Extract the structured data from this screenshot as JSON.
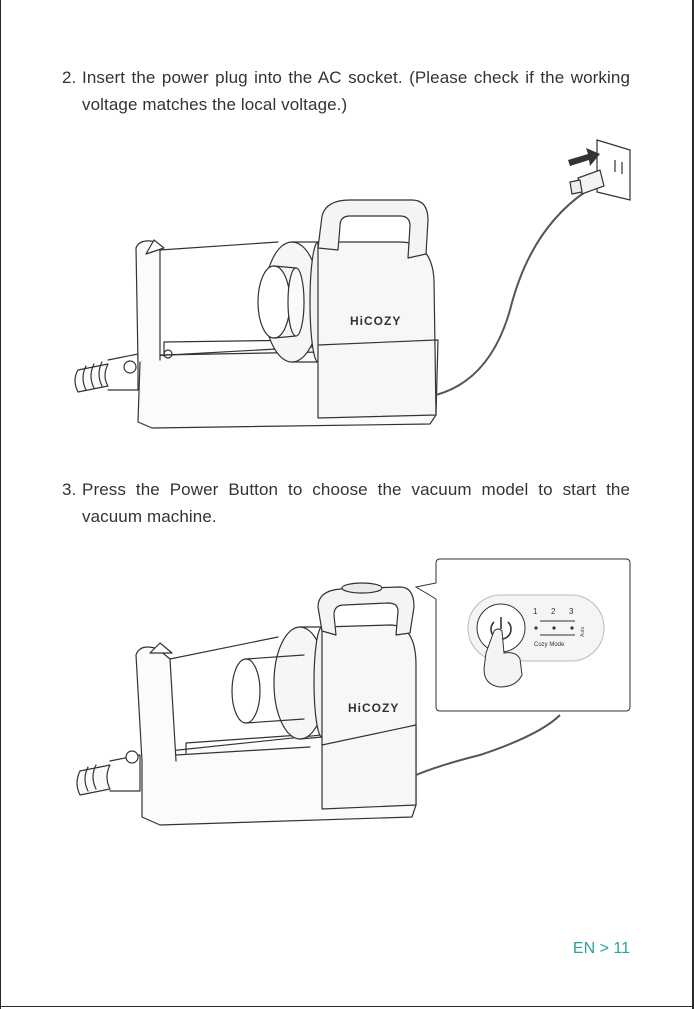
{
  "steps": [
    {
      "number": "2.",
      "text": "Insert the power plug into the AC socket. (Please check if the working voltage matches the local voltage.)"
    },
    {
      "number": "3.",
      "text": "Press the Power Button to choose the vacuum model to start the vacuum machine."
    }
  ],
  "device": {
    "brand": "HiCOZY"
  },
  "control_panel": {
    "mode_numbers": [
      "1",
      "2",
      "3"
    ],
    "mode_label": "Cozy Mode",
    "side_label": "Auto"
  },
  "footer": {
    "language": "EN",
    "separator": ">",
    "page": "11"
  },
  "colors": {
    "accent": "#2aa39a",
    "line": "#2b2b2b"
  }
}
